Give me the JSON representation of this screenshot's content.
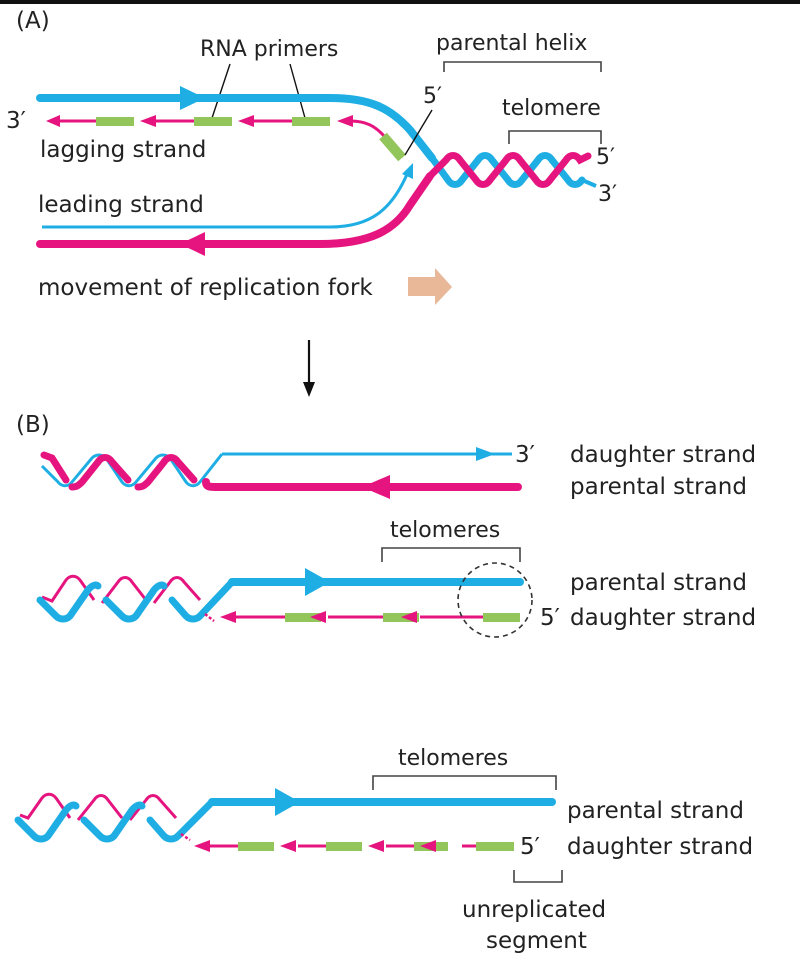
{
  "colors": {
    "parental_blue": "#1eaee4",
    "parental_magenta": "#e5147f",
    "primer_green": "#92c55a",
    "fork_arrow": "#e8b898",
    "text": "#222222"
  },
  "panel_a": {
    "label": "(A)",
    "rna_primers_label": "RNA primers",
    "parental_helix_label": "parental helix",
    "telomere_label": "telomere",
    "lagging_3prime": "3′",
    "primer_5prime": "5′",
    "helix_5prime": "5′",
    "helix_3prime": "3′",
    "lagging_strand_label": "lagging strand",
    "leading_strand_label": "leading strand",
    "fork_movement_label": "movement of replication fork"
  },
  "transition_arrow": "down-arrow",
  "panel_b": {
    "label": "(B)",
    "row1": {
      "end_label": "3′",
      "top_strand": "daughter strand",
      "bottom_strand": "parental strand"
    },
    "row2": {
      "telomeres_label": "telomeres",
      "end_label": "5′",
      "top_strand": "parental strand",
      "bottom_strand": "daughter strand"
    },
    "row3": {
      "telomeres_label": "telomeres",
      "end_label": "5′",
      "top_strand": "parental strand",
      "bottom_strand": "daughter strand",
      "unreplicated_line1": "unreplicated",
      "unreplicated_line2": "segment"
    }
  },
  "icons": {
    "fork_direction": "right-arrow",
    "strand_direction": "arrowhead"
  }
}
